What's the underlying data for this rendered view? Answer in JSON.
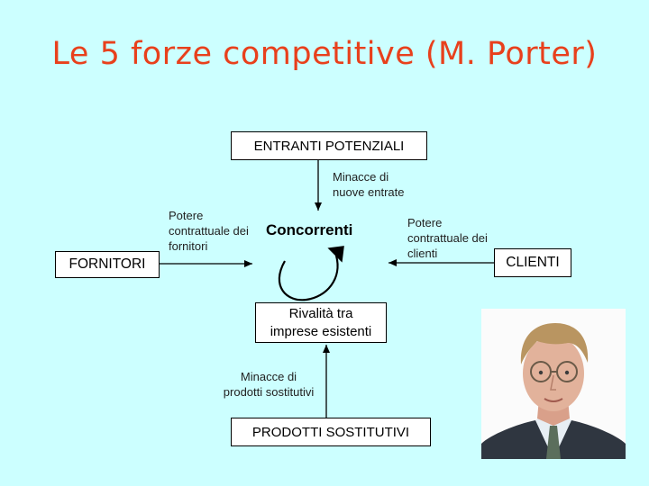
{
  "title": "Le 5 forze competitive (M. Porter)",
  "boxes": {
    "entranti": "ENTRANTI POTENZIALI",
    "fornitori": "FORNITORI",
    "clienti": "CLIENTI",
    "sostitutivi": "PRODOTTI SOSTITUTIVI",
    "rivalita_line1": "Rivalità tra",
    "rivalita_line2": "imprese esistenti"
  },
  "center_label": "Concorrenti",
  "labels": {
    "minacce_entrate_1": "Minacce di",
    "minacce_entrate_2": "nuove entrate",
    "potere_fornitori_1": "Potere",
    "potere_fornitori_2": "contrattuale dei",
    "potere_fornitori_3": "fornitori",
    "potere_clienti_1": "Potere",
    "potere_clienti_2": "contrattuale dei",
    "potere_clienti_3": "clienti",
    "minacce_sostitutivi_1": "Minacce di",
    "minacce_sostitutivi_2": "prodotti sostitutivi"
  }
}
